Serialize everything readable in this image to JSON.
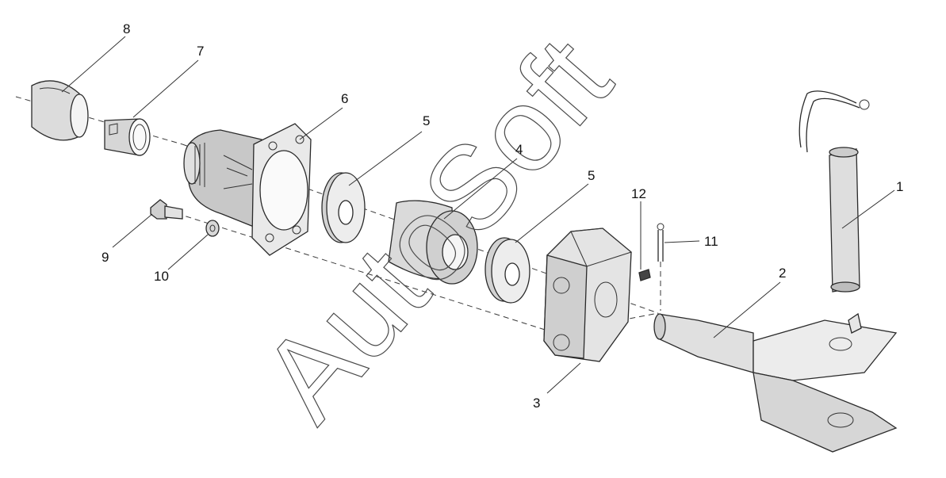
{
  "watermark": "AutoSoft",
  "callouts": [
    {
      "id": "c1",
      "text": "1"
    },
    {
      "id": "c2",
      "text": "2"
    },
    {
      "id": "c3",
      "text": "3"
    },
    {
      "id": "c4",
      "text": "4"
    },
    {
      "id": "c5a",
      "text": "5"
    },
    {
      "id": "c5b",
      "text": "5"
    },
    {
      "id": "c6",
      "text": "6"
    },
    {
      "id": "c7",
      "text": "7"
    },
    {
      "id": "c8",
      "text": "8"
    },
    {
      "id": "c9",
      "text": "9"
    },
    {
      "id": "c10",
      "text": "10"
    },
    {
      "id": "c11",
      "text": "11"
    },
    {
      "id": "c12",
      "text": "12"
    }
  ]
}
